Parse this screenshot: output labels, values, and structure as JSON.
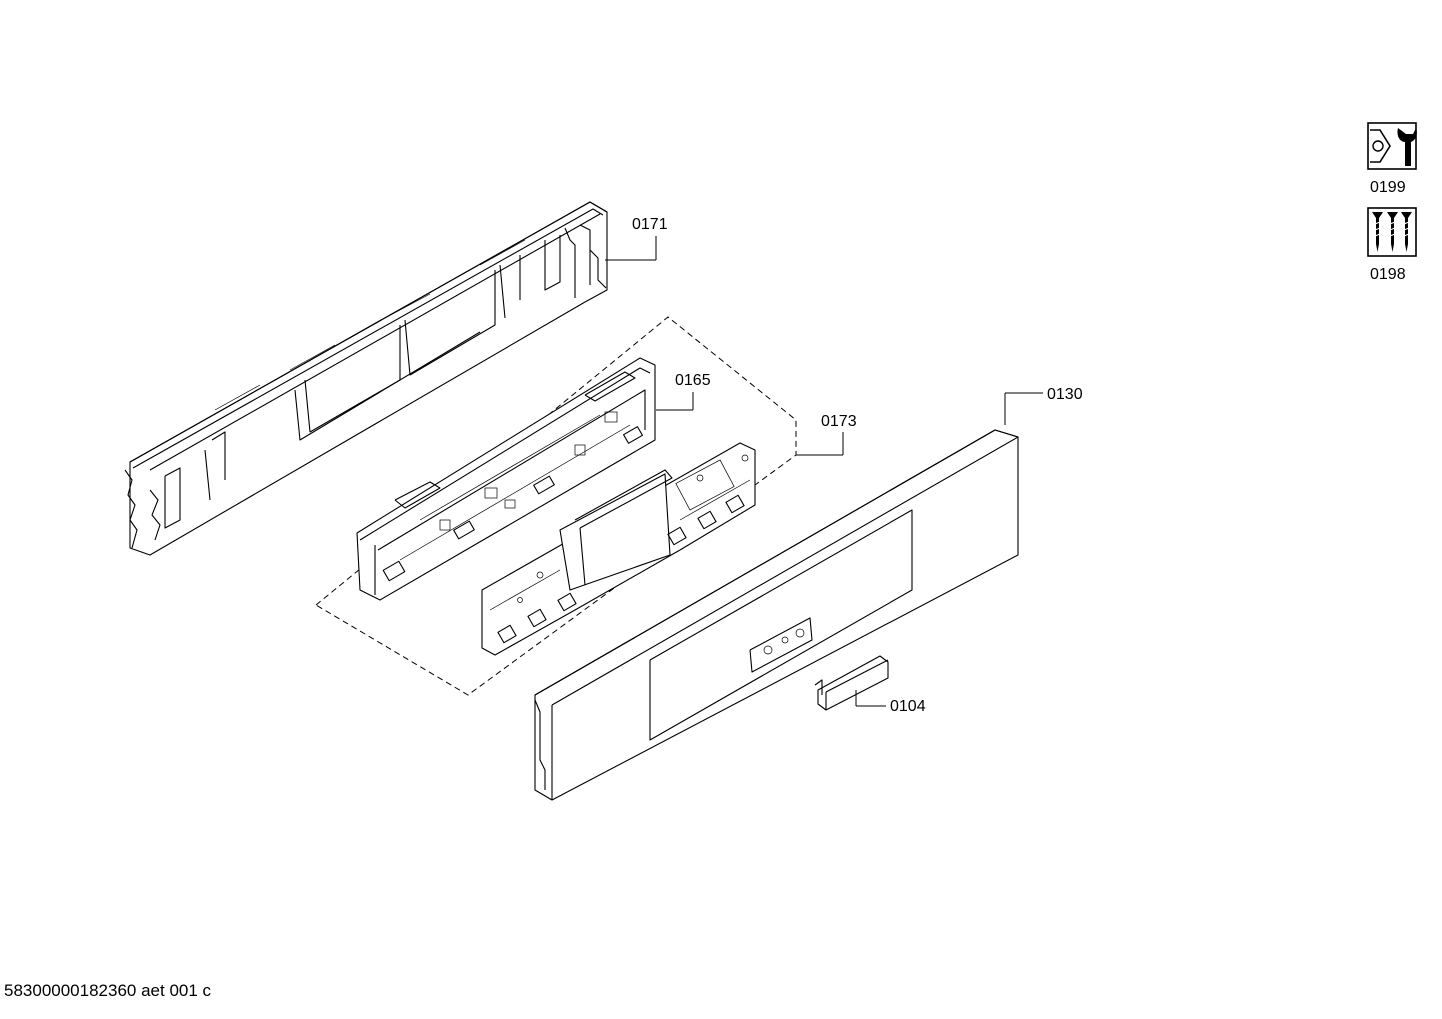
{
  "parts": [
    {
      "id": "0171",
      "label": "0171"
    },
    {
      "id": "0165",
      "label": "0165"
    },
    {
      "id": "0173",
      "label": "0173"
    },
    {
      "id": "0130",
      "label": "0130"
    },
    {
      "id": "0104",
      "label": "0104"
    }
  ],
  "accessories": [
    {
      "id": "0199",
      "label": "0199",
      "icon": "wrench-nut-icon"
    },
    {
      "id": "0198",
      "label": "0198",
      "icon": "screws-icon"
    }
  ],
  "footer": {
    "drawing_number": "58300000182360 aet 001 c"
  }
}
